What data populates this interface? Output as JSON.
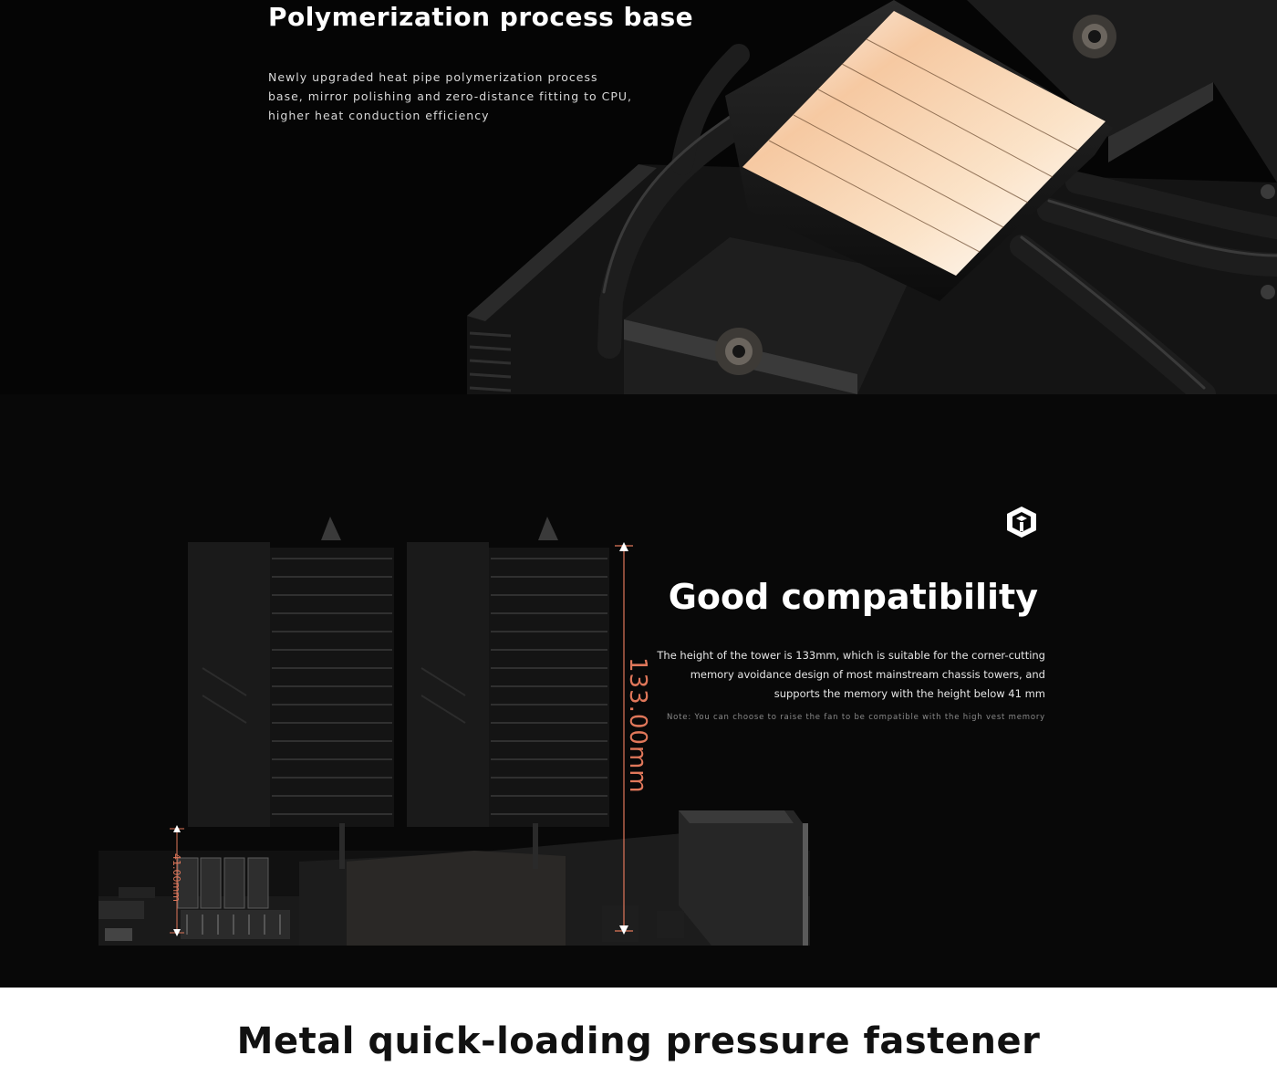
{
  "section_base": {
    "title": "Polymerization process base",
    "description": "Newly upgraded heat pipe polymerization process base, mirror polishing and zero-distance fitting to CPU, higher heat conduction efficiency"
  },
  "section_compat": {
    "title": "Good compatibility",
    "description": "The height of the tower is 133mm, which is suitable for the corner-cutting memory avoidance design of most mainstream chassis towers, and supports the memory with the height below 41 mm",
    "note": "Note: You can choose to raise the fan to be compatible with the high vest memory",
    "dimension_tower": "133.00mm",
    "dimension_memory": "41.00mm",
    "logo_icon": "cube-logo-icon"
  },
  "section_fastener": {
    "title": "Metal quick-loading pressure fastener"
  },
  "colors": {
    "dimension": "#e0775a",
    "background_dark": "#050505",
    "copper": "#f4c9a0"
  }
}
